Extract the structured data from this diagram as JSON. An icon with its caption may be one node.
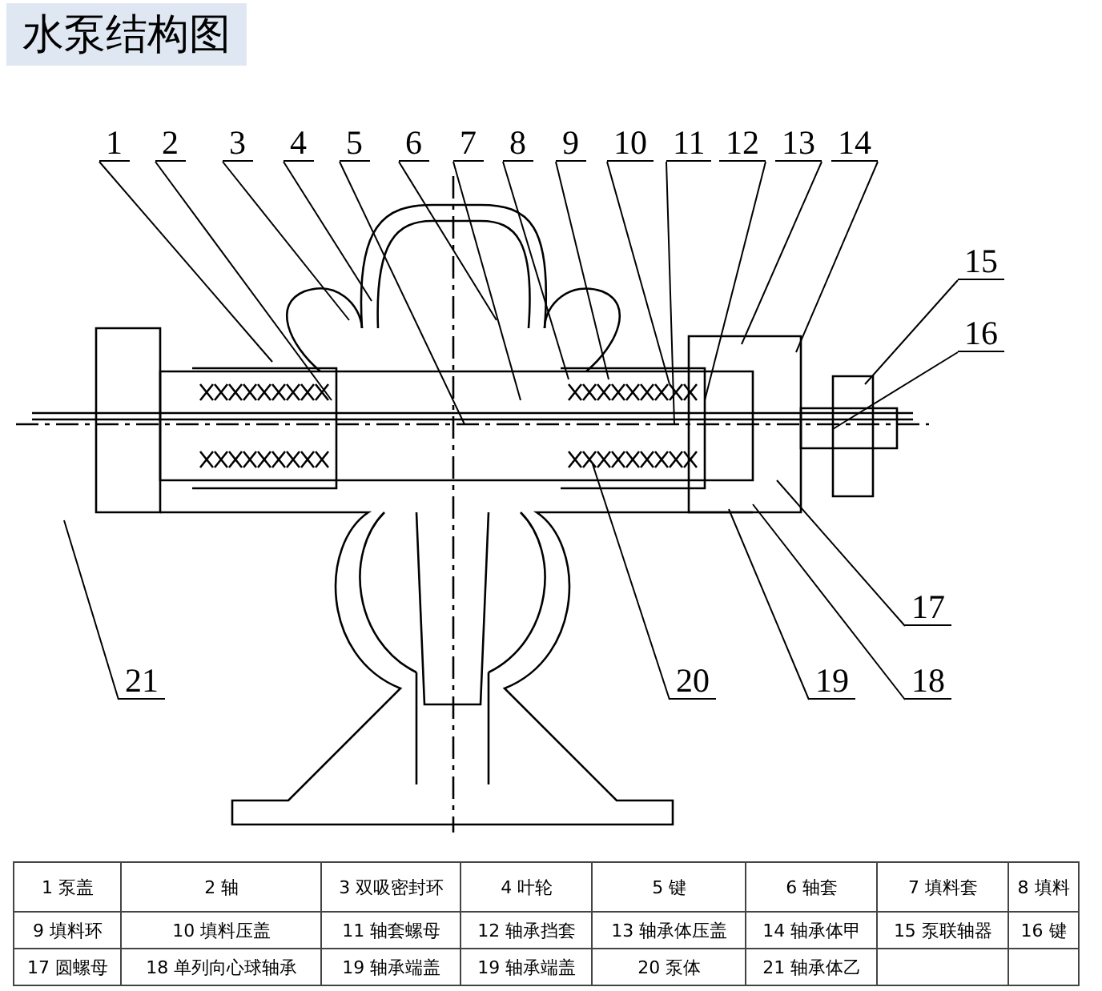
{
  "diagram": {
    "title": "水泵结构图",
    "nodes": [
      {
        "text": [
          "1"
        ]
      },
      {
        "text": [
          "2"
        ]
      },
      {
        "text": [
          "3"
        ]
      },
      {
        "text": [
          "4"
        ]
      },
      {
        "text": [
          "5"
        ]
      },
      {
        "text": [
          "6"
        ]
      },
      {
        "text": [
          "7"
        ]
      },
      {
        "text": [
          "8"
        ]
      },
      {
        "text": [
          "9"
        ]
      },
      {
        "text": [
          "10"
        ]
      },
      {
        "text": [
          "11"
        ]
      },
      {
        "text": [
          "12"
        ]
      },
      {
        "text": [
          "13"
        ]
      },
      {
        "text": [
          "14"
        ]
      },
      {
        "text": [
          "15"
        ]
      },
      {
        "text": [
          "16"
        ]
      },
      {
        "text": [
          "17"
        ]
      },
      {
        "text": [
          "18"
        ]
      },
      {
        "text": [
          "19"
        ]
      },
      {
        "text": [
          "20"
        ]
      },
      {
        "text": [
          "21"
        ]
      }
    ],
    "edges": [
      {
        "from": 0,
        "to": null,
        "arrow": "none"
      },
      {
        "from": 1,
        "to": null,
        "arrow": "none"
      },
      {
        "from": 2,
        "to": null,
        "arrow": "none"
      },
      {
        "from": 3,
        "to": null,
        "arrow": "none"
      },
      {
        "from": 4,
        "to": null,
        "arrow": "none"
      },
      {
        "from": 5,
        "to": null,
        "arrow": "none"
      },
      {
        "from": 6,
        "to": null,
        "arrow": "none"
      },
      {
        "from": 7,
        "to": null,
        "arrow": "none"
      },
      {
        "from": 8,
        "to": null,
        "arrow": "none"
      },
      {
        "from": 9,
        "to": null,
        "arrow": "none"
      },
      {
        "from": 10,
        "to": null,
        "arrow": "none"
      },
      {
        "from": 11,
        "to": null,
        "arrow": "none"
      },
      {
        "from": 12,
        "to": null,
        "arrow": "none"
      },
      {
        "from": 13,
        "to": null,
        "arrow": "none"
      },
      {
        "from": 14,
        "to": null,
        "arrow": "none"
      },
      {
        "from": 15,
        "to": null,
        "arrow": "none"
      },
      {
        "from": 16,
        "to": null,
        "arrow": "none"
      },
      {
        "from": 17,
        "to": null,
        "arrow": "none"
      },
      {
        "from": 18,
        "to": null,
        "arrow": "none"
      },
      {
        "from": 19,
        "to": null,
        "arrow": "none"
      },
      {
        "from": 20,
        "to": null,
        "arrow": "none"
      }
    ],
    "labels": [
      "1 泵盖",
      "2 轴",
      "3 双吸密封环",
      "4 叶轮",
      "5 键",
      "6 轴套",
      "7 填料套",
      "8 填料",
      "9 填料环",
      "10 填料压盖",
      "11 轴套螺母",
      "12 轴承挡套",
      "13 轴承体压盖",
      "14 轴承体甲",
      "15 泵联轴器",
      "16 键",
      "17 圆螺母",
      "18 单列向心球轴承",
      "19 轴承端盖",
      "19 轴承端盖",
      "20 泵体",
      "21 轴承体乙"
    ]
  }
}
